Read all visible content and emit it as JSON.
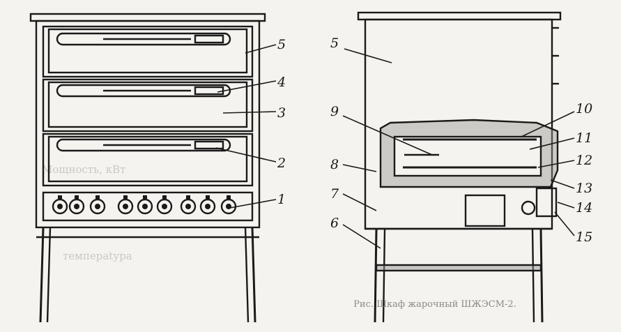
{
  "caption": "Рис. Шкаф жарочный ШЖЭСМ-2.",
  "faint_text": {
    "power": "Мощность, кВт",
    "temperature": "темпераtура"
  },
  "callouts": {
    "c1": "1",
    "c2": "2",
    "c3": "3",
    "c4": "4",
    "c5_left": "5",
    "c5_right": "5",
    "c6": "6",
    "c7": "7",
    "c8": "8",
    "c9": "9",
    "c10": "10",
    "c11": "11",
    "c12": "12",
    "c13": "13",
    "c14": "14",
    "c15": "15"
  },
  "colors": {
    "ink": "#1a1a1a",
    "paper": "#f4f3ef",
    "ghost": "#c9c8c3"
  }
}
